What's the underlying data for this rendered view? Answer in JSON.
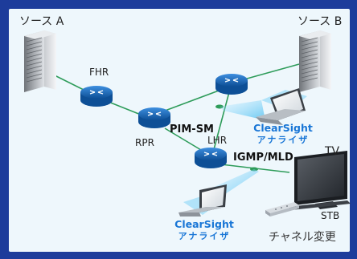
{
  "labels": {
    "source_a": "ソース A",
    "source_b": "ソース B",
    "fhr": "FHR",
    "rpr": "RPR",
    "lhr": "LHR",
    "pim_sm": "PIM-SM",
    "igmp_mld": "IGMP/MLD",
    "tv": "TV",
    "stb": "STB",
    "channel_change": "チャネル変更"
  },
  "analyzers": [
    {
      "product": "ClearSight",
      "kind": "アナライザ"
    },
    {
      "product": "ClearSight",
      "kind": "アナライザ"
    }
  ],
  "colors": {
    "frame": "#1d3c9b",
    "panel": "#eef7fc",
    "link": "#2e9c5a",
    "router": "#1b6fc0",
    "accent": "#1976d6"
  }
}
